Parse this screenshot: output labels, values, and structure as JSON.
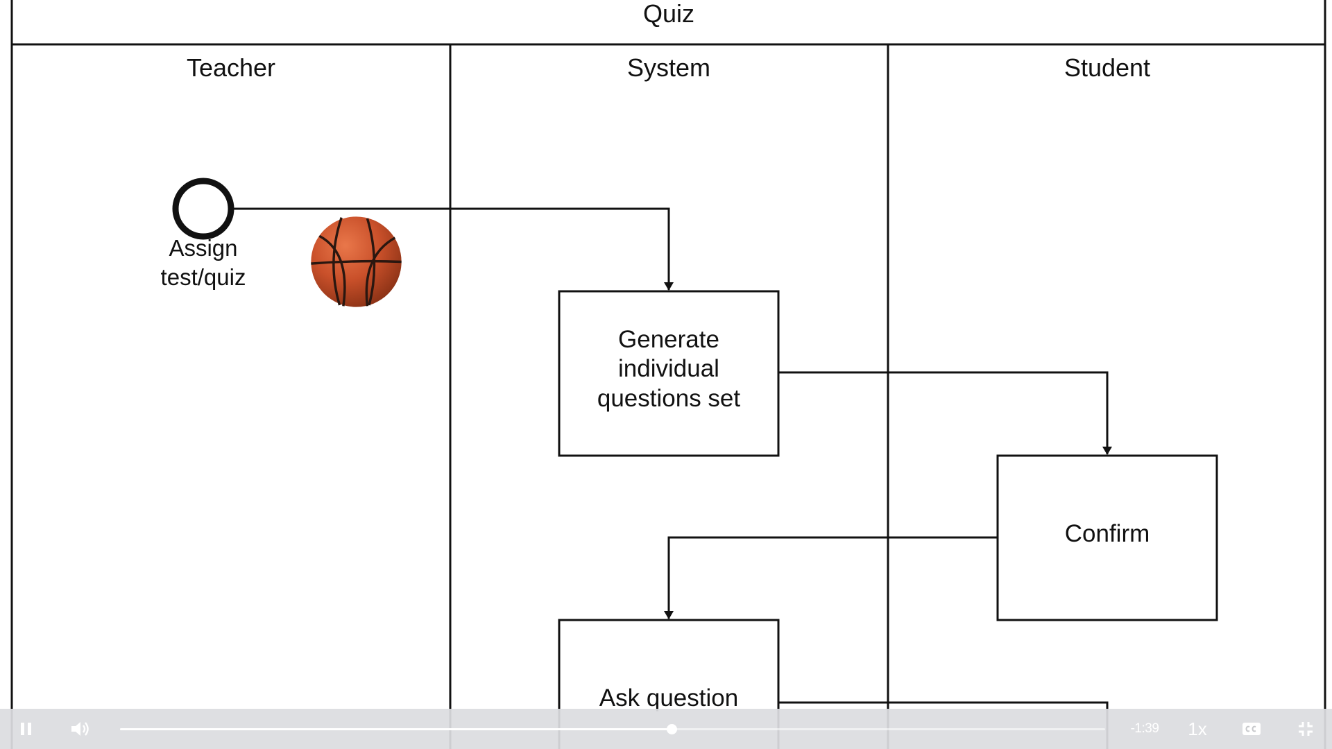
{
  "diagram": {
    "title": "Quiz",
    "lanes": [
      "Teacher",
      "System",
      "Student"
    ],
    "start_label_line1": "Assign",
    "start_label_line2": "test/quiz",
    "nodes": {
      "generate_line1": "Generate",
      "generate_line2": "individual",
      "generate_line3": "questions set",
      "confirm": "Confirm",
      "ask": "Ask question"
    }
  },
  "overlay": {
    "icon": "basketball-icon"
  },
  "player": {
    "time_remaining": "-1:39",
    "speed": "1x",
    "progress_fraction": 0.56,
    "icons": {
      "pause": "pause-icon",
      "volume": "volume-icon",
      "captions": "captions-icon",
      "fullscreen": "exit-fullscreen-icon"
    },
    "colors": {
      "controls_bg": "#dcdde0",
      "controls_fg": "#ffffff"
    }
  }
}
